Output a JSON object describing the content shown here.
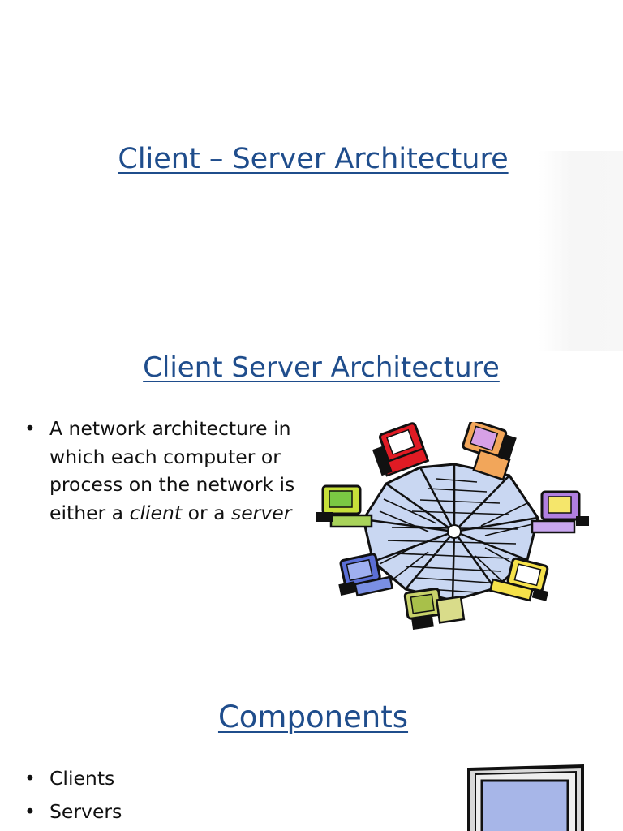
{
  "slides": {
    "title_1": "Client – Server Architecture",
    "title_2": "Client Server Architecture",
    "title_3": "Components"
  },
  "slide2": {
    "bullet_symbol": "•",
    "bullet_1_a": "A network architecture in which each computer or process on the network is either a ",
    "bullet_1_client": "client",
    "bullet_1_b": " or a ",
    "bullet_1_server": "server",
    "image_icon": "computer-network-clipart"
  },
  "slide3": {
    "bullet_symbol": "•",
    "items": [
      "Clients",
      "Servers"
    ],
    "image_icon": "computer-monitor-clipart"
  },
  "colors": {
    "title": "#1f4d8c",
    "text": "#111111"
  }
}
